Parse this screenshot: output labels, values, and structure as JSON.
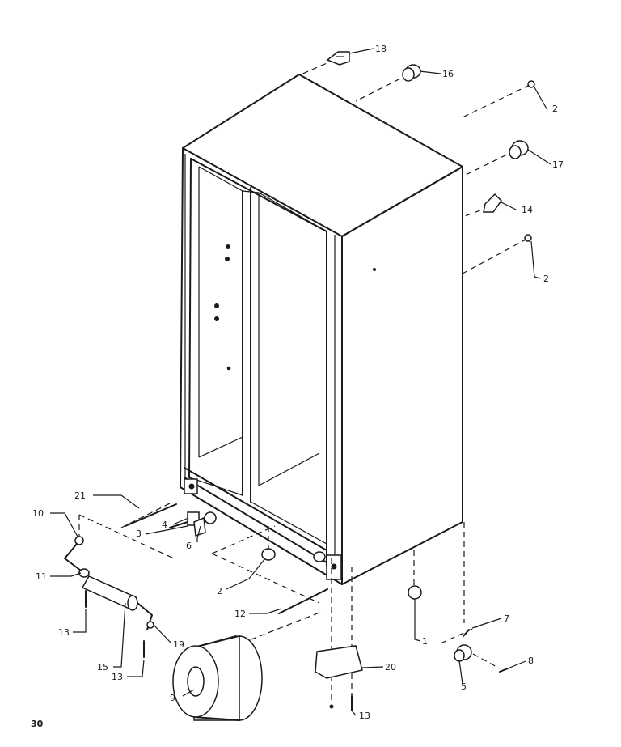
{
  "page_number": "30",
  "callouts": [
    {
      "id": "c18",
      "label": "18"
    },
    {
      "id": "c16",
      "label": "16"
    },
    {
      "id": "c2a",
      "label": "2"
    },
    {
      "id": "c17",
      "label": "17"
    },
    {
      "id": "c14",
      "label": "14"
    },
    {
      "id": "c2b",
      "label": "2"
    },
    {
      "id": "c21",
      "label": "21"
    },
    {
      "id": "c10",
      "label": "10"
    },
    {
      "id": "c4",
      "label": "4"
    },
    {
      "id": "c3",
      "label": "3"
    },
    {
      "id": "c6",
      "label": "6"
    },
    {
      "id": "c11",
      "label": "11"
    },
    {
      "id": "c2c",
      "label": "2"
    },
    {
      "id": "c12",
      "label": "12"
    },
    {
      "id": "c1",
      "label": "1"
    },
    {
      "id": "c7",
      "label": "7"
    },
    {
      "id": "c13a",
      "label": "13"
    },
    {
      "id": "c15",
      "label": "15"
    },
    {
      "id": "c19",
      "label": "19"
    },
    {
      "id": "c13b",
      "label": "13"
    },
    {
      "id": "c8",
      "label": "8"
    },
    {
      "id": "c5",
      "label": "5"
    },
    {
      "id": "c9",
      "label": "9"
    },
    {
      "id": "c20",
      "label": "20"
    },
    {
      "id": "c13c",
      "label": "13"
    }
  ]
}
